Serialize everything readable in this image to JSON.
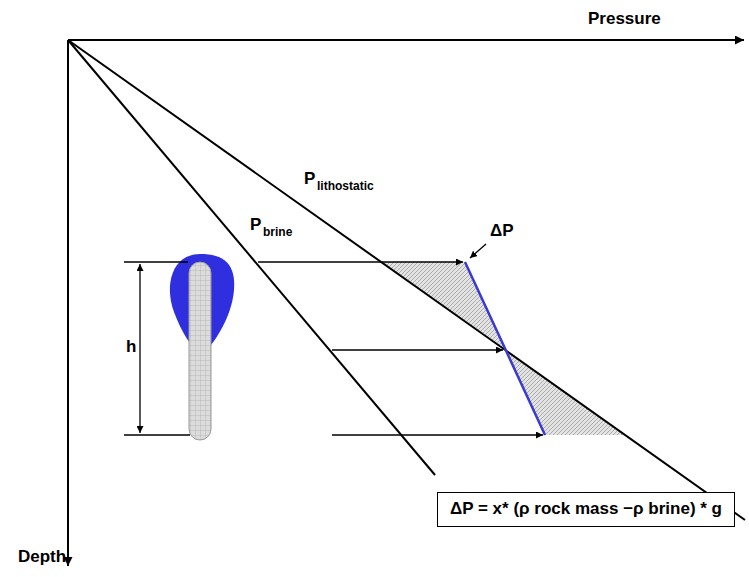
{
  "diagram": {
    "nodes": [
      {
        "text": [
          "ΔP = x* (ρ rock mass −ρ brine) * g"
        ]
      }
    ],
    "labels": [
      "Pressure",
      "Depth",
      "P",
      "lithostatic",
      "P",
      "brine",
      "ΔP",
      "h"
    ]
  }
}
